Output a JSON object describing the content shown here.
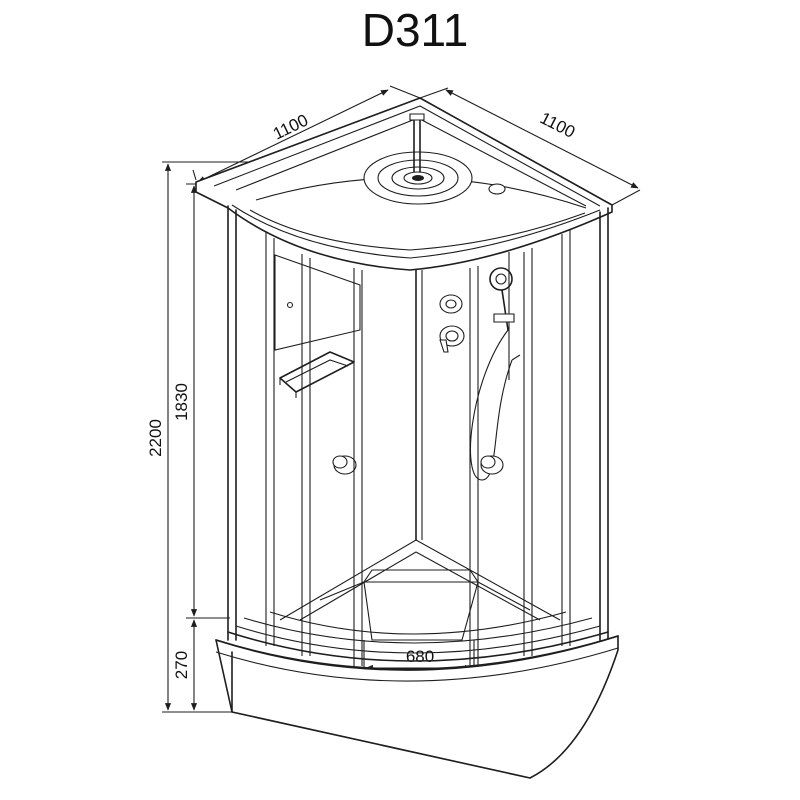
{
  "title": "D311",
  "dimensions": {
    "width_left": "1100",
    "width_right": "1100",
    "total_height": "2200",
    "cabin_height": "1830",
    "tray_height": "270",
    "tray_opening": "680"
  }
}
